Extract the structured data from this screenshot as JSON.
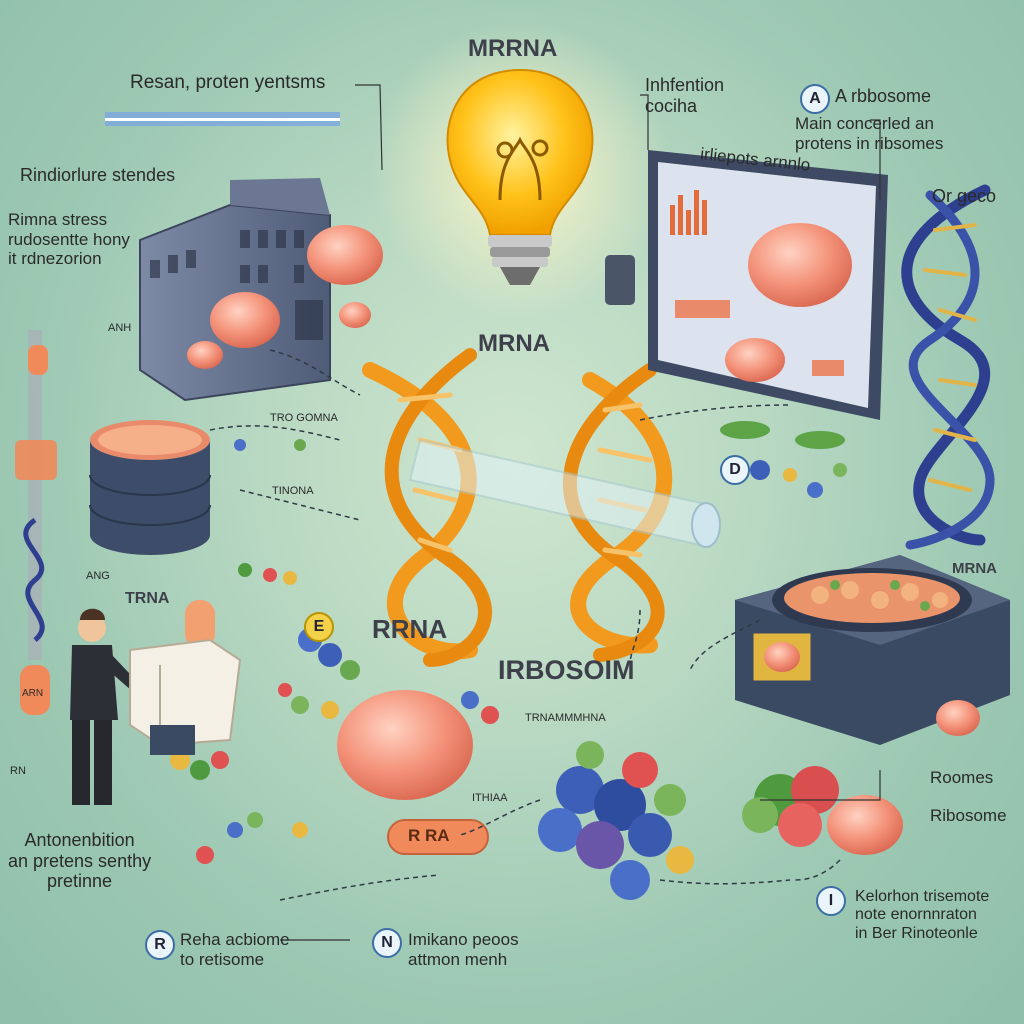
{
  "title": "MRRNA",
  "labels": {
    "top_left": "Resan, proten yentsms",
    "left_structures": "Rindiorlure stendes",
    "left_stress": "Rimna stress\nrudosentte hony\nit rdnezorion",
    "center_mrna": "MRNA",
    "ribbon_left": "TRO GOMNA",
    "ribbon_left2": "TINONA",
    "trna": "TRNA",
    "rrna": "RRNA",
    "ribosome_center": "IRBOSOIM",
    "bottom_left": "Antonenbition\nan pretens senthy\npretinne",
    "badge_r_text": "Reha acbiome\nto retisome",
    "badge_n_text": "Imikano peoos\nattmon menh",
    "bottom_right": "Kelorhon trisemote\nnote enornnraton\nin Ber Rinoteonle",
    "roomes": "Roomes",
    "ribosome_right": "Ribosome",
    "right_mrna": "MRNA",
    "top_inf": "Inhfention\ncociha",
    "top_right_ribosome": "A rbbosome",
    "top_right_note": "Main concerled an\nprotens in ribsomes",
    "monitor_caption": "irliepots arnnlo",
    "or_geco": "Or geco",
    "mid_ribbon": "TRNAMMMHNA",
    "pill": "R  RA",
    "mini_ribbon": "ITHIAA",
    "small_left": "ANH",
    "small_left2": "ANG",
    "small_left3": "RN",
    "small_left4": "ARN"
  },
  "badges": {
    "a": "A",
    "e": "E",
    "r": "R",
    "n": "N",
    "i": "I",
    "d": "D"
  },
  "colors": {
    "helix": "#f29a1e",
    "bulb": "#ffc21a",
    "protein": "#f08a72",
    "machine": "#3b4a63",
    "blue_helix": "#2e3f8f"
  }
}
